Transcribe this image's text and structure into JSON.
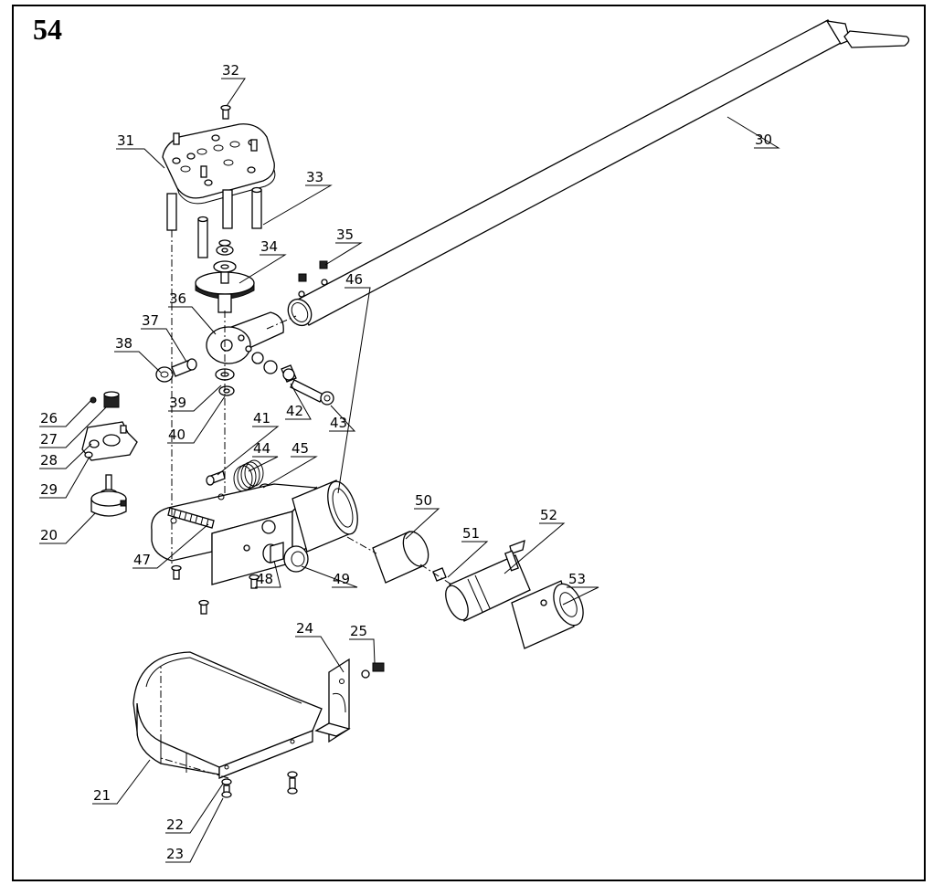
{
  "page": {
    "number": "54"
  },
  "callouts": [
    {
      "id": "c20",
      "label": "20"
    },
    {
      "id": "c21",
      "label": "21"
    },
    {
      "id": "c22",
      "label": "22"
    },
    {
      "id": "c23",
      "label": "23"
    },
    {
      "id": "c24",
      "label": "24"
    },
    {
      "id": "c25",
      "label": "25"
    },
    {
      "id": "c26",
      "label": "26"
    },
    {
      "id": "c27",
      "label": "27"
    },
    {
      "id": "c28",
      "label": "28"
    },
    {
      "id": "c29",
      "label": "29"
    },
    {
      "id": "c30",
      "label": "30"
    },
    {
      "id": "c31",
      "label": "31"
    },
    {
      "id": "c32",
      "label": "32"
    },
    {
      "id": "c33",
      "label": "33"
    },
    {
      "id": "c34",
      "label": "34"
    },
    {
      "id": "c35",
      "label": "35"
    },
    {
      "id": "c36",
      "label": "36"
    },
    {
      "id": "c37",
      "label": "37"
    },
    {
      "id": "c38",
      "label": "38"
    },
    {
      "id": "c39",
      "label": "39"
    },
    {
      "id": "c40",
      "label": "40"
    },
    {
      "id": "c41",
      "label": "41"
    },
    {
      "id": "c42",
      "label": "42"
    },
    {
      "id": "c43",
      "label": "43"
    },
    {
      "id": "c44",
      "label": "44"
    },
    {
      "id": "c45",
      "label": "45"
    },
    {
      "id": "c46",
      "label": "46"
    },
    {
      "id": "c47",
      "label": "47"
    },
    {
      "id": "c48",
      "label": "48"
    },
    {
      "id": "c49",
      "label": "49"
    },
    {
      "id": "c50",
      "label": "50"
    },
    {
      "id": "c51",
      "label": "51"
    },
    {
      "id": "c52",
      "label": "52"
    },
    {
      "id": "c53",
      "label": "53"
    }
  ]
}
